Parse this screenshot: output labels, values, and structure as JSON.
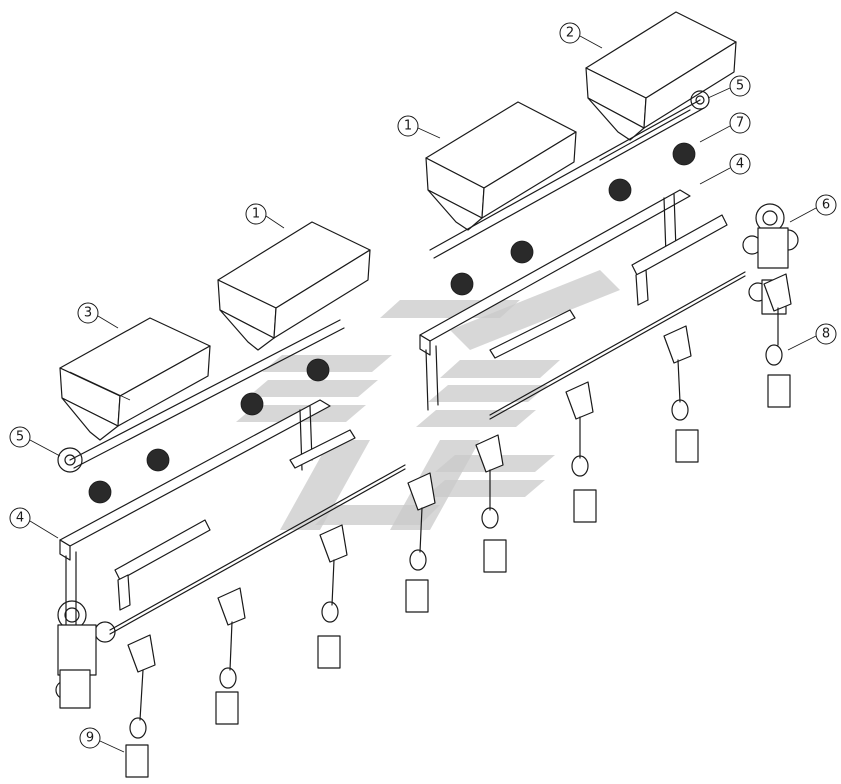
{
  "callouts": [
    {
      "id": "c1a",
      "label": "1"
    },
    {
      "id": "c1b",
      "label": "1"
    },
    {
      "id": "c2",
      "label": "2"
    },
    {
      "id": "c3",
      "label": "3"
    },
    {
      "id": "c4a",
      "label": "4"
    },
    {
      "id": "c4b",
      "label": "4"
    },
    {
      "id": "c5a",
      "label": "5"
    },
    {
      "id": "c5b",
      "label": "5"
    },
    {
      "id": "c6",
      "label": "6"
    },
    {
      "id": "c7",
      "label": "7"
    },
    {
      "id": "c8",
      "label": "8"
    },
    {
      "id": "c9",
      "label": "9"
    }
  ],
  "watermark": {
    "color": "#c9c9c9"
  }
}
